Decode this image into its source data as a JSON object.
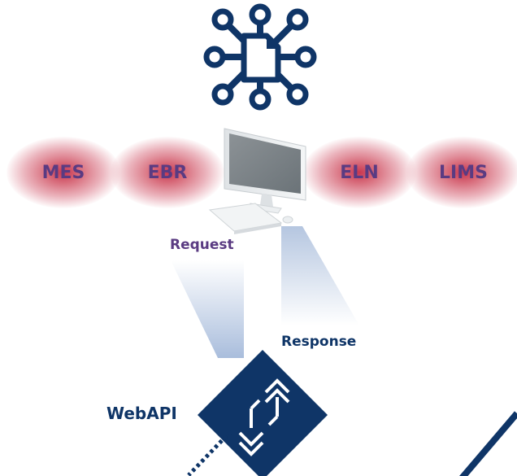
{
  "systems": [
    "MES",
    "EBR",
    "ELN",
    "LIMS"
  ],
  "flows": {
    "request_label": "Request",
    "response_label": "Response"
  },
  "webapi": {
    "label": "WebAPI"
  },
  "colors": {
    "hub_navy": "#0f3567",
    "system_pink": "#c83750",
    "system_text": "#5a3b82",
    "request_text": "#5a3b82",
    "response_text": "#0f3567",
    "beam_blue": "#b7c8e2"
  },
  "icons": {
    "network": "document-network-icon",
    "workstation": "computer-workstation-icon",
    "webapi": "chevron-arrows-diamond-icon"
  }
}
